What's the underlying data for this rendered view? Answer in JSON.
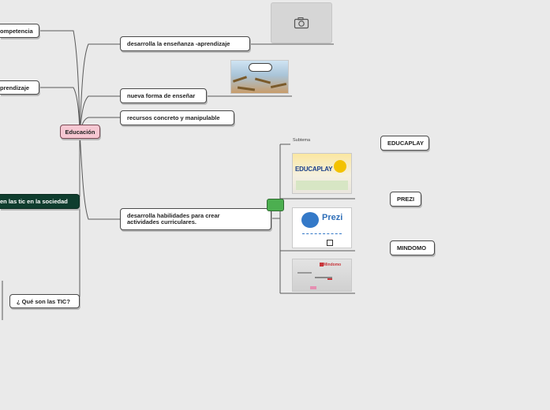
{
  "root": {
    "label": "Educación",
    "color": "#f6c7d2"
  },
  "left_nodes": [
    {
      "label": "ompetencia"
    },
    {
      "label": "prendizaje"
    },
    {
      "label": "en las tic en la sociedad"
    },
    {
      "label": "¿ Qué son las TIC?"
    }
  ],
  "right_nodes": [
    {
      "label": "desarrolla  la enseñanza -aprendizaje"
    },
    {
      "label": "nueva forma de enseñar"
    },
    {
      "label": "recursos concreto y manipulable"
    },
    {
      "label": "desarrolla habilidades para crear actividades curriculares."
    }
  ],
  "subtopic": {
    "label": "Subtema",
    "items": [
      {
        "label": "EDUCAPLAY",
        "image_text": "EDUCAPLAY"
      },
      {
        "label": "PREZI",
        "image_text": "Prezi"
      },
      {
        "label": "MINDOMO",
        "image_text": "Mindomo"
      }
    ]
  },
  "colors": {
    "background": "#eaeaea",
    "dark_node": "#0f3d2e",
    "green_marker": "#4caf50",
    "line": "#5a5a5a"
  },
  "icons": {
    "image_placeholder": "camera-icon"
  }
}
